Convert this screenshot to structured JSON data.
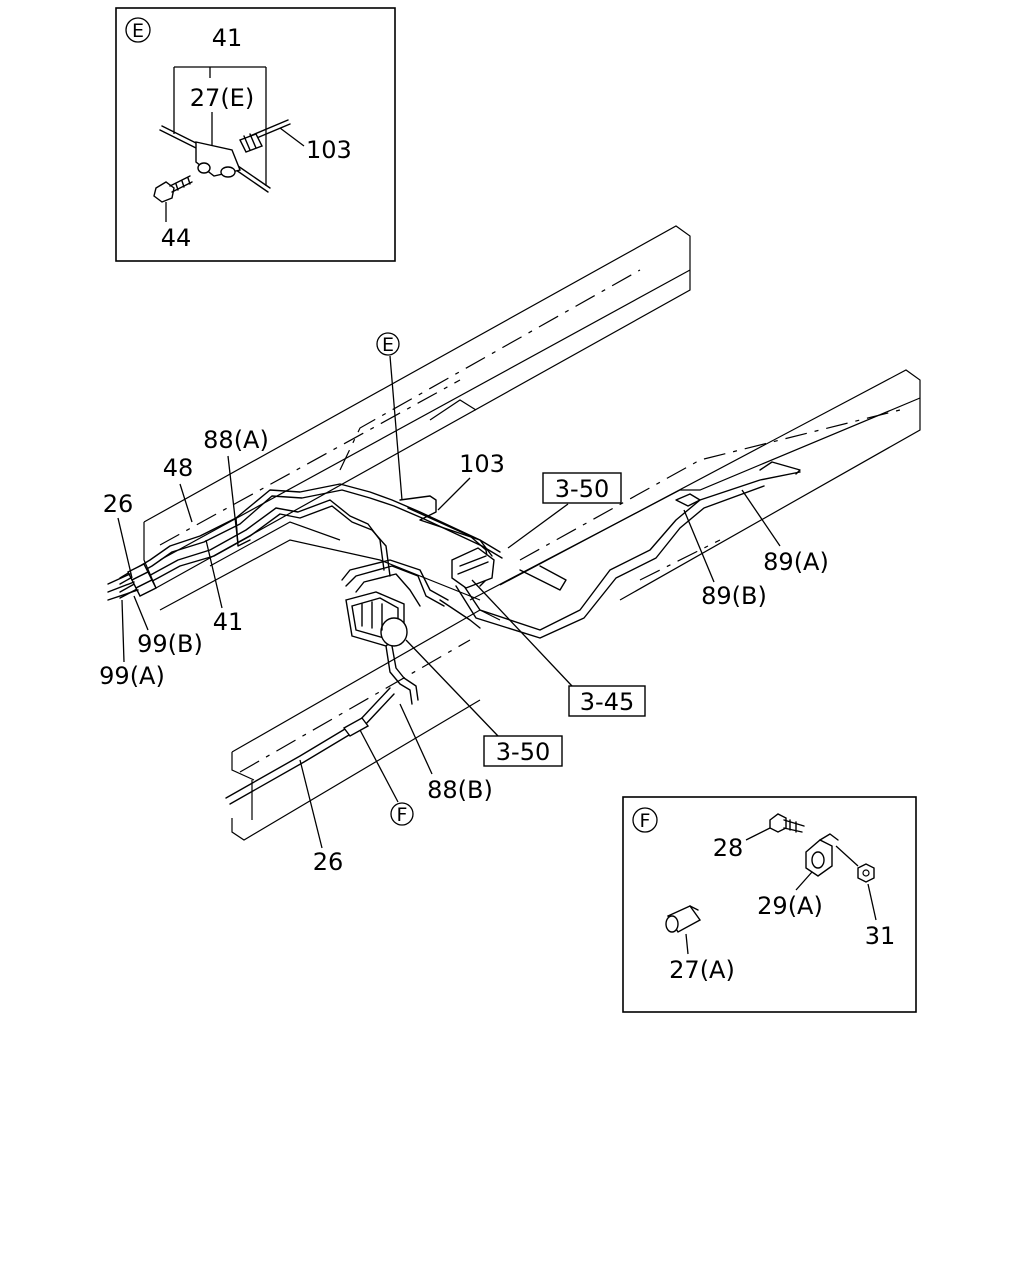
{
  "inset_e": {
    "marker": "E",
    "labels": {
      "l41": "41",
      "l27e": "27(E)",
      "l103": "103",
      "l44": "44"
    }
  },
  "inset_f": {
    "marker": "F",
    "labels": {
      "l28": "28",
      "l29a": "29(A)",
      "l31": "31",
      "l27a": "27(A)"
    }
  },
  "main": {
    "marker_e": "E",
    "marker_f": "F",
    "labels": {
      "l88a": "88(A)",
      "l48": "48",
      "l26_top": "26",
      "l103": "103",
      "l41": "41",
      "l99b": "99(B)",
      "l99a": "99(A)",
      "l89a": "89(A)",
      "l89b": "89(B)",
      "l88b": "88(B)",
      "l26_bottom": "26"
    },
    "refs": {
      "ref350_top": "3-50",
      "ref345": "3-45",
      "ref350_bottom": "3-50"
    }
  }
}
